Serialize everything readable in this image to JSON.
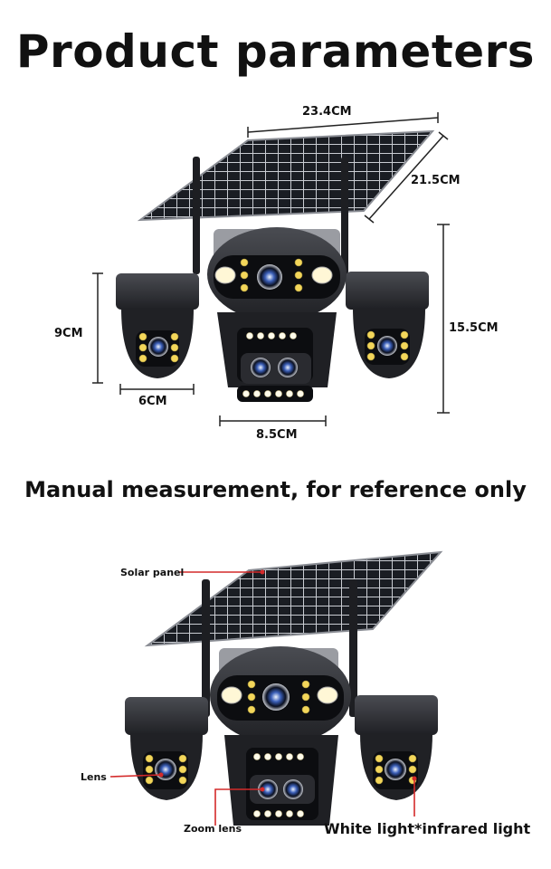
{
  "header": {
    "title": "Product parameters",
    "subtitle": "Manual measurement, for reference only"
  },
  "dimensions": {
    "panel_width": "23.4CM",
    "panel_depth": "21.5CM",
    "side_cam_height": "9CM",
    "side_cam_width": "6CM",
    "center_cam_width": "8.5CM",
    "total_height": "15.5CM"
  },
  "callouts": {
    "solar_panel": "Solar panel",
    "lens": "Lens",
    "zoom_lens": "Zoom lens",
    "white_infrared_light": "White light*infrared light"
  },
  "colors": {
    "camera_body": "#2e2f33",
    "callout_line": "#d42a2a",
    "panel_cell": "#101216"
  }
}
